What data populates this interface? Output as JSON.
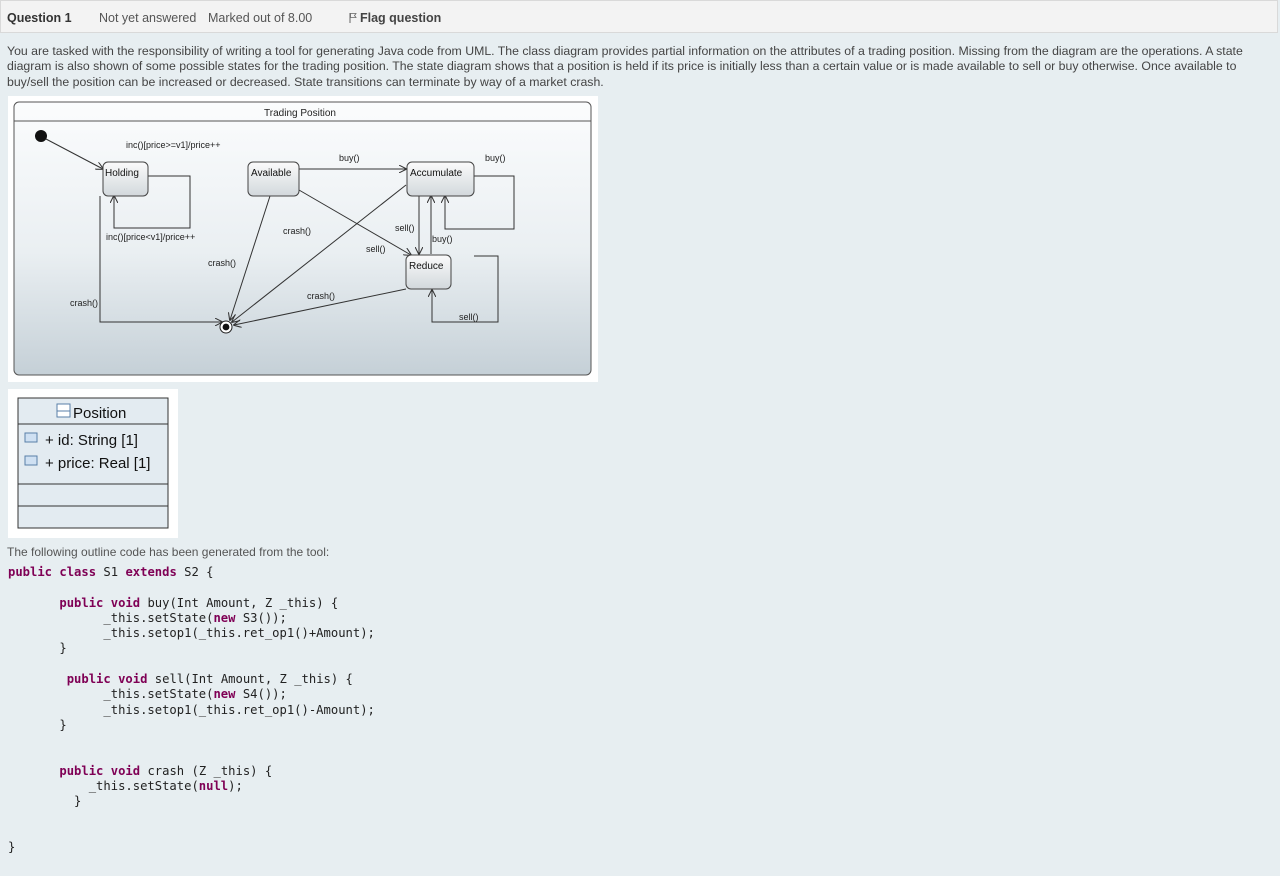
{
  "header": {
    "question_label": "Question 1",
    "state": "Not yet answered",
    "grade": "Marked out of 8.00",
    "flag_label": "Flag question",
    "flag_icon": "flag-icon"
  },
  "prompt_text": "You are tasked with the responsibility of writing a tool for generating Java code from UML.  The class diagram provides partial information on the attributes of a trading position.  Missing from the diagram are the operations.  A state diagram is also shown of some possible states for the trading position.  The state diagram shows that a position is held if its price is initially less than a certain value or is made available to sell or buy otherwise.  Once available to buy/sell the position can be increased or decreased.  State transitions can terminate by way of a market crash.",
  "state_diagram": {
    "title": "Trading Position",
    "states": {
      "holding": "Holding",
      "available": "Available",
      "accumulate": "Accumulate",
      "reduce": "Reduce"
    },
    "transitions": {
      "init_to_available": "inc()[price>=v1]/price++",
      "holding_self": "inc()[price<v1]/price++",
      "available_to_accumulate": "buy()",
      "accumulate_self": "buy()",
      "accumulate_to_reduce": "sell()",
      "reduce_to_accumulate": "buy()",
      "available_to_reduce": "sell()",
      "reduce_self": "sell()",
      "crash_holding": "crash()",
      "crash_available": "crash()",
      "crash_accumulate": "crash()",
      "crash_reduce": "crash()"
    }
  },
  "class_diagram": {
    "class_name": "Position",
    "attributes": [
      "+ id: String [1]",
      "+ price: Real [1]"
    ]
  },
  "outline_label": "The following outline code has been generated from the tool:",
  "code": {
    "line1_kw1": "public",
    "line1_kw2": "class",
    "line1_name": "S1",
    "line1_kw3": "extends",
    "line1_rest": "S2 {",
    "buy_sig": "buy(Int Amount, Z _this) {",
    "buy_l1a": "_this.setState(",
    "buy_l1b": "S3());",
    "buy_l2": "_this.setop1(_this.ret_op1()+Amount);",
    "sell_sig": "sell(Int Amount, Z _this) {",
    "sell_l1a": "_this.setState(",
    "sell_l1b": "S4());",
    "sell_l2": "_this.setop1(_this.ret_op1()-Amount);",
    "crash_sig": "crash (Z _this) {",
    "crash_l1a": "_this.setState(",
    "crash_l1b": ");",
    "null_kw": "null",
    "new_kw": "new",
    "public_kw": "public",
    "void_kw": "void",
    "close_brace": "}"
  }
}
